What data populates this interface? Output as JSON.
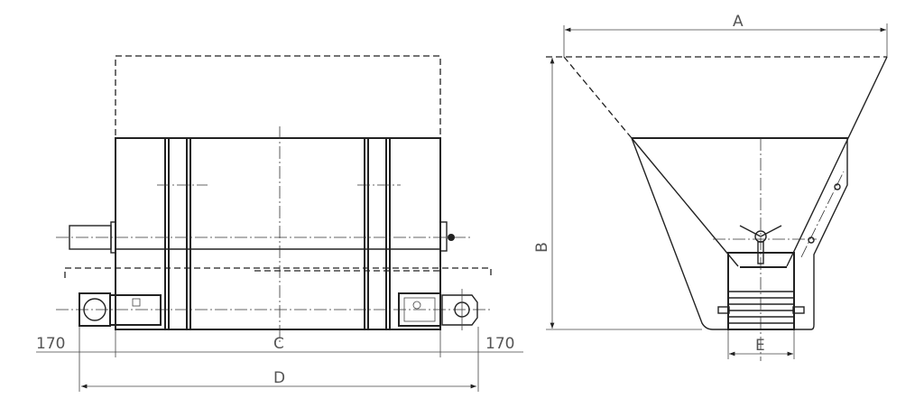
{
  "labels": {
    "A": "A",
    "B": "B",
    "C": "C",
    "D": "D",
    "E": "E",
    "left_offset": "170",
    "right_offset": "170"
  },
  "line_color": "#222222",
  "background": "#ffffff"
}
